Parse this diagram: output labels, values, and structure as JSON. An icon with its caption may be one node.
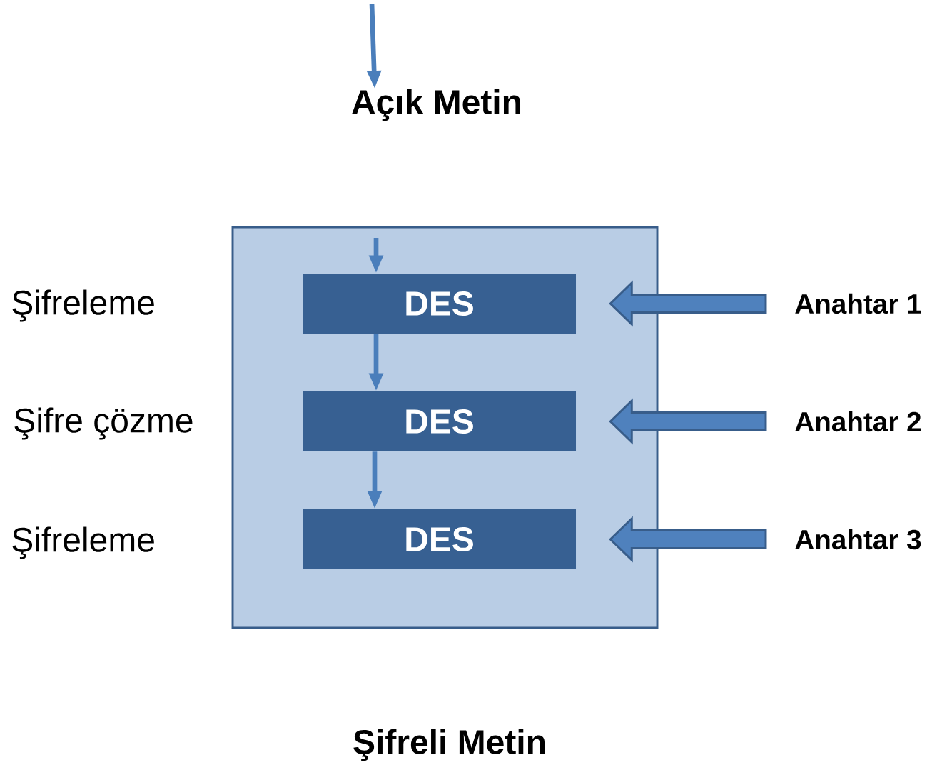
{
  "diagram": {
    "nodes": [
      {
        "text": [],
        "shape": "box"
      },
      {
        "text": [
          "DES"
        ],
        "in": 0
      },
      {
        "text": [
          "DES"
        ],
        "in": 0
      },
      {
        "text": [
          "DES"
        ],
        "in": 0
      },
      {
        "text": [
          "Açık Metin"
        ]
      },
      {
        "text": [
          "Şifreli Metin"
        ]
      },
      {
        "text": [
          "Anahtar 1"
        ]
      },
      {
        "text": [
          "Anahtar 2"
        ]
      },
      {
        "text": [
          "Anahtar 3"
        ]
      }
    ],
    "edges": [
      {
        "from": null,
        "to": 4,
        "arrow": "to"
      },
      {
        "from": null,
        "to": 1,
        "arrow": "to"
      },
      {
        "from": 1,
        "to": 2,
        "arrow": "to"
      },
      {
        "from": 2,
        "to": 3,
        "arrow": "to"
      },
      {
        "from": 6,
        "to": 1,
        "arrow": "to",
        "style": "thick"
      },
      {
        "from": 7,
        "to": 2,
        "arrow": "to",
        "style": "thick"
      },
      {
        "from": 8,
        "to": 3,
        "arrow": "to",
        "style": "thick"
      }
    ],
    "labels": [
      "Şifreleme",
      "Şifre çözme",
      "Şifreleme"
    ]
  }
}
